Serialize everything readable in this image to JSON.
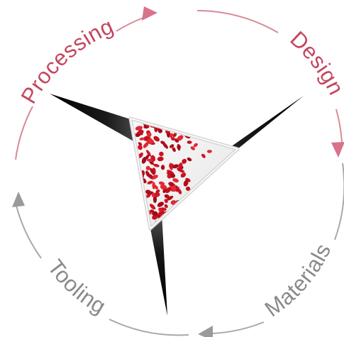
{
  "stages": [
    {
      "name": "Processing",
      "color": "#c4455f"
    },
    {
      "name": "Design",
      "color": "#c4455f"
    },
    {
      "name": "Materials",
      "color": "#8a8a8a"
    },
    {
      "name": "Tooling",
      "color": "#8a8a8a"
    }
  ],
  "colors": {
    "arc_pink": "#d88a98",
    "arc_grey": "#a8a8a8",
    "arrowhead_pink": "#d8728a",
    "arrowhead_grey": "#9a9a9a",
    "blade": "#111111",
    "pellet_red": "#cc1020"
  },
  "center_image": "red plastic pellets in triangular frame"
}
